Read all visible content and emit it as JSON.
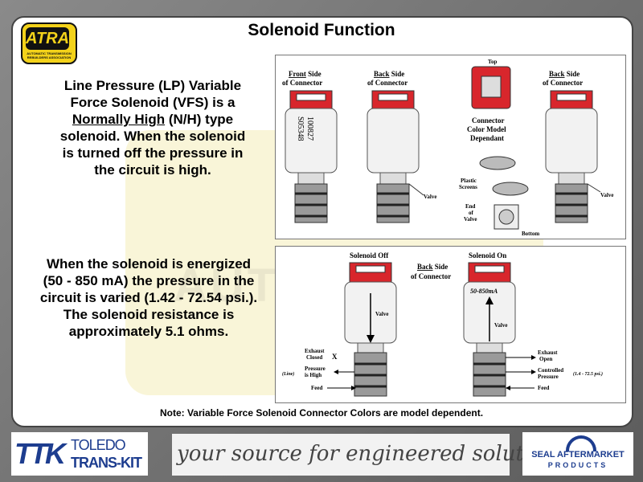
{
  "slide": {
    "title": "Solenoid Function",
    "logo_text": "ATRA",
    "logo_subtext": "AUTOMATIC TRANSMISSION REBUILDERS ASSOCIATION",
    "watermark_text": "AUTOMAT",
    "paragraph1": {
      "line1": "Line Pressure (LP) Variable",
      "line2": "Force Solenoid (VFS) is a",
      "underlined": "Normally High",
      "line3_rest": " (N/H) type",
      "line4": "solenoid. When the solenoid",
      "line5": "is turned off the pressure in",
      "line6": "the circuit is high."
    },
    "paragraph2": {
      "line1": "When the solenoid is energized",
      "line2": "(50 - 850 mA) the pressure in the",
      "line3": "circuit is varied (1.42 - 72.54 psi.).",
      "line4": "The solenoid resistance is",
      "line5": "approximately 5.1 ohms."
    },
    "note": "Note: Variable Force Solenoid Connector Colors are model dependent."
  },
  "figure1": {
    "front_side_a": "Front",
    "front_side_b": " Side",
    "of_connector": "of Connector",
    "back_side_a": "Back",
    "back_side_b": " Side",
    "top": "Top",
    "connector_color_1": "Connector",
    "connector_color_2": "Color Model",
    "connector_color_3": "Dependant",
    "part_number_1": "100827",
    "part_number_2": "S05348",
    "valve": "Valve",
    "plastic_screens_1": "Plastic",
    "plastic_screens_2": "Screens",
    "end_of_valve_1": "End",
    "end_of_valve_2": "of",
    "end_of_valve_3": "Valve",
    "bottom": "Bottom"
  },
  "figure2": {
    "solenoid_off": "Solenoid Off",
    "solenoid_on": "Solenoid On",
    "back_side_a": "Back",
    "back_side_b": " Side",
    "of_connector": "of Connector",
    "current": "50-850mA",
    "valve": "Valve",
    "exhaust_closed_1": "Exhaust",
    "exhaust_closed_2": "Closed",
    "x_mark": "X",
    "pressure_high_1": "Pressure",
    "pressure_high_2": "is High",
    "line": "(Line)",
    "feed": "Feed",
    "exhaust_open_1": "Exhaust",
    "exhaust_open_2": "Open",
    "controlled_1": "Controlled",
    "controlled_2": "Pressure",
    "range": "(1.4 - 72.5 psi.)"
  },
  "footer": {
    "ttk_mark": "TTK",
    "ttk_line1": "TOLEDO",
    "ttk_line2": "TRANS-KIT",
    "slogan": "your source for engineered solutions",
    "seal_line1": "SEAL AFTERMARKET",
    "seal_line2": "PRODUCTS"
  },
  "colors": {
    "connector_red": "#d8262c",
    "brand_blue": "#1d3d8f",
    "atra_yellow": "#f3d21a"
  }
}
